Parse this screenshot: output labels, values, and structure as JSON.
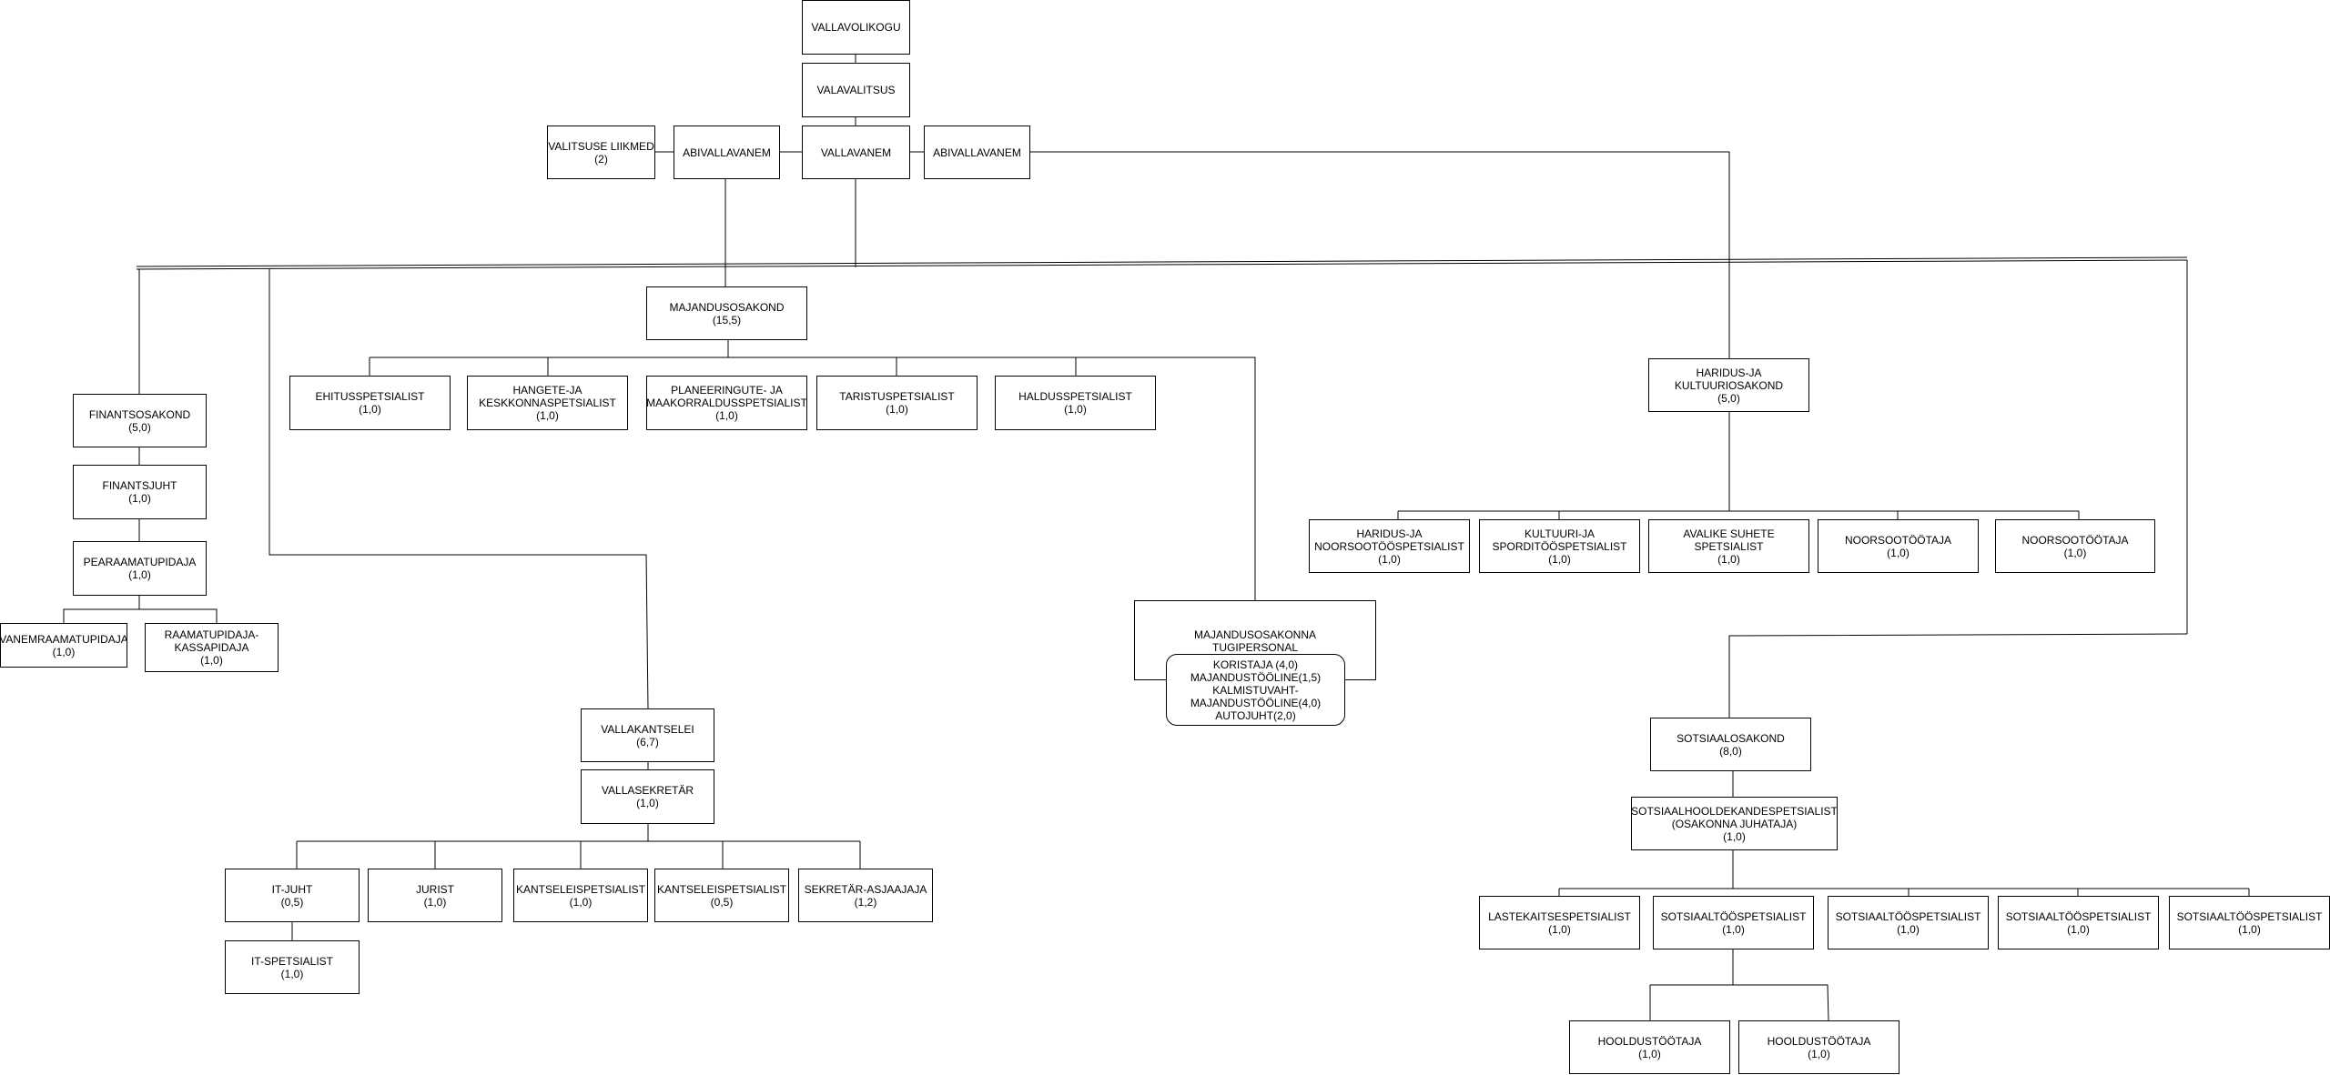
{
  "nodes": {
    "vallavolikogu": {
      "title": "VALLAVOLIKOGU",
      "sub": ""
    },
    "valavalitsus": {
      "title": "VALAVALITSUS",
      "sub": ""
    },
    "valitsuse_liikmed": {
      "title": "VALITSUSE LIIKMED",
      "sub": "(2)"
    },
    "abivallavanem_left": {
      "title": "ABIVALLAVANEM",
      "sub": ""
    },
    "vallavanem": {
      "title": "VALLAVANEM",
      "sub": ""
    },
    "abivallavanem_right": {
      "title": "ABIVALLAVANEM",
      "sub": ""
    },
    "majandusosakond": {
      "title": "MAJANDUSOSAKOND",
      "sub": "(15,5)"
    },
    "ehitusspetsialist": {
      "title": "EHITUSSPETSIALIST",
      "sub": "(1,0)"
    },
    "hangete": {
      "title": "HANGETE-JA\nKESKKONNASPETSIALIST",
      "sub": "(1,0)"
    },
    "planeeringute": {
      "title": "PLANEERINGUTE- JA\nMAAKORRALDUSSPETSIALIST",
      "sub": "(1,0)"
    },
    "taristuspetsialist": {
      "title": "TARISTUSPETSIALIST",
      "sub": "(1,0)"
    },
    "haldusspetsialist": {
      "title": "HALDUSSPETSIALIST",
      "sub": "(1,0)"
    },
    "finantsosakond": {
      "title": "FINANTSOSAKOND",
      "sub": "(5,0)"
    },
    "finantsjuht": {
      "title": "FINANTSJUHT",
      "sub": "(1,0)"
    },
    "pearaamatupidaja": {
      "title": "PEARAAMATUPIDAJA",
      "sub": "(1,0)"
    },
    "vanemraamatupidaja": {
      "title": "VANEMRAAMATUPIDAJA",
      "sub": "(1,0)"
    },
    "raamatupidaja_kassapidaja": {
      "title": "RAAMATUPIDAJA-\nKASSAPIDAJA",
      "sub": "(1,0)"
    },
    "haridus_kultuuriosakond": {
      "title": "HARIDUS-JA\nKULTUURIOSAKOND",
      "sub": "(5,0)"
    },
    "haridus_noorsootoo": {
      "title": "HARIDUS-JA\nNOORSOOTÖÖSPETSIALIST",
      "sub": "(1,0)"
    },
    "kultuuri_sporditoo": {
      "title": "KULTUURI-JA\nSPORDITÖÖSPETSIALIST",
      "sub": "(1,0)"
    },
    "avalike_suhete": {
      "title": "AVALIKE SUHETE\nSPETSIALIST",
      "sub": "(1,0)"
    },
    "noorsootootaja_1": {
      "title": "NOORSOOTÖÖTAJA",
      "sub": "(1,0)"
    },
    "noorsootootaja_2": {
      "title": "NOORSOOTÖÖTAJA",
      "sub": "(1,0)"
    },
    "tugipersonal": {
      "title": "MAJANDUSOSAKONNA\nTUGIPERSONAL",
      "sub": ""
    },
    "tugipersonal_list": {
      "title": "KORISTAJA (4,0)\nMAJANDUSTÖÖLINE(1,5)\nKALMISTUVAHT-\nMAJANDUSTÖÖLINE(4,0)\nAUTOJUHT(2,0)",
      "sub": ""
    },
    "vallakantselei": {
      "title": "VALLAKANTSELEI",
      "sub": "(6,7)"
    },
    "vallasekretar": {
      "title": "VALLASEKRETÄR",
      "sub": "(1,0)"
    },
    "it_juht": {
      "title": "IT-JUHT",
      "sub": "(0,5)"
    },
    "jurist": {
      "title": "JURIST",
      "sub": "(1,0)"
    },
    "kantseleispetsialist_1": {
      "title": "KANTSELEISPETSIALIST",
      "sub": "(1,0)"
    },
    "kantseleispetsialist_2": {
      "title": "KANTSELEISPETSIALIST",
      "sub": "(0,5)"
    },
    "sekretar_asjaajaja": {
      "title": "SEKRETÄR-ASJAAJAJA",
      "sub": "(1,2)"
    },
    "it_spetsialist": {
      "title": "IT-SPETSIALIST",
      "sub": "(1,0)"
    },
    "sotsiaalosakond": {
      "title": "SOTSIAALOSAKOND",
      "sub": "(8,0)"
    },
    "sotsiaalhoolekande": {
      "title": "SOTSIAALHOOLDEKANDESPETSIALIST\n(OSAKONNA JUHATAJA)",
      "sub": "(1,0)"
    },
    "lastekaitse": {
      "title": "LASTEKAITSESPETSIALIST",
      "sub": "(1,0)"
    },
    "sotsiaaltoo_1": {
      "title": "SOTSIAALTÖÖSPETSIALIST",
      "sub": "(1,0)"
    },
    "sotsiaaltoo_2": {
      "title": "SOTSIAALTÖÖSPETSIALIST",
      "sub": "(1,0)"
    },
    "sotsiaaltoo_3": {
      "title": "SOTSIAALTÖÖSPETSIALIST",
      "sub": "(1,0)"
    },
    "sotsiaaltoo_4": {
      "title": "SOTSIAALTÖÖSPETSIALIST",
      "sub": "(1,0)"
    },
    "hooldustootaja_1": {
      "title": "HOOLDUSTÖÖTAJA",
      "sub": "(1,0)"
    },
    "hooldustootaja_2": {
      "title": "HOOLDUSTÖÖTAJA",
      "sub": "(1,0)"
    }
  }
}
